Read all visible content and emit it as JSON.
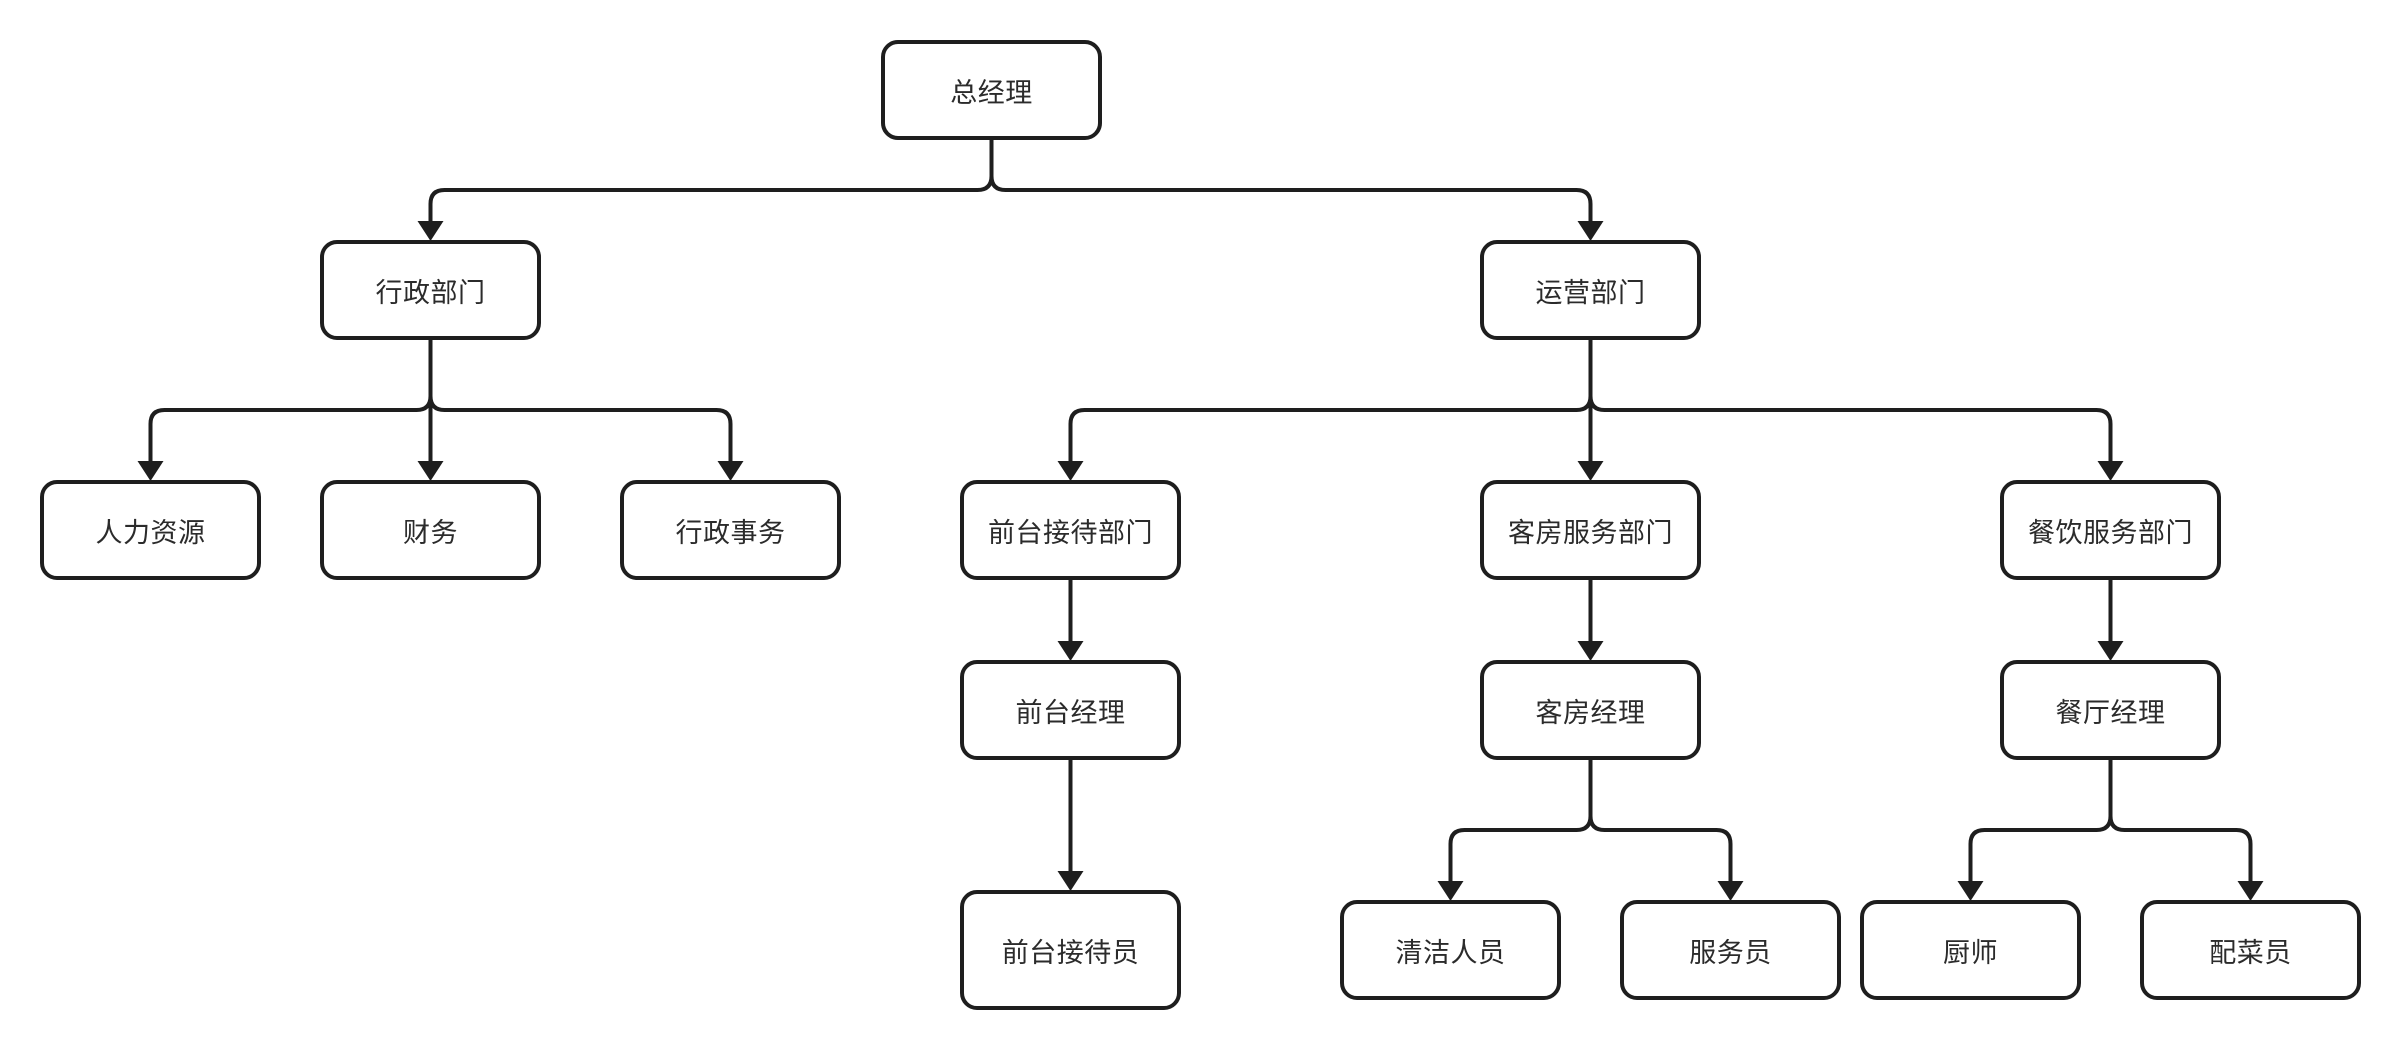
{
  "nodes": {
    "gm": "总经理",
    "admin": "行政部门",
    "ops": "运营部门",
    "hr": "人力资源",
    "finance": "财务",
    "admin_affairs": "行政事务",
    "front_dept": "前台接待部门",
    "room_dept": "客房服务部门",
    "fnb_dept": "餐饮服务部门",
    "front_mgr": "前台经理",
    "room_mgr": "客房经理",
    "rest_mgr": "餐厅经理",
    "receptionist": "前台接待员",
    "cleaner": "清洁人员",
    "attendant": "服务员",
    "chef": "厨师",
    "prep": "配菜员"
  },
  "edges": [
    [
      "gm",
      "admin"
    ],
    [
      "gm",
      "ops"
    ],
    [
      "admin",
      "hr"
    ],
    [
      "admin",
      "finance"
    ],
    [
      "admin",
      "admin_affairs"
    ],
    [
      "ops",
      "front_dept"
    ],
    [
      "ops",
      "room_dept"
    ],
    [
      "ops",
      "fnb_dept"
    ],
    [
      "front_dept",
      "front_mgr"
    ],
    [
      "room_dept",
      "room_mgr"
    ],
    [
      "fnb_dept",
      "rest_mgr"
    ],
    [
      "front_mgr",
      "receptionist"
    ],
    [
      "room_mgr",
      "cleaner"
    ],
    [
      "room_mgr",
      "attendant"
    ],
    [
      "rest_mgr",
      "chef"
    ],
    [
      "rest_mgr",
      "prep"
    ]
  ],
  "colors": {
    "stroke": "#1e1e1e",
    "text": "#2b2b2b",
    "background": "#ffffff"
  }
}
